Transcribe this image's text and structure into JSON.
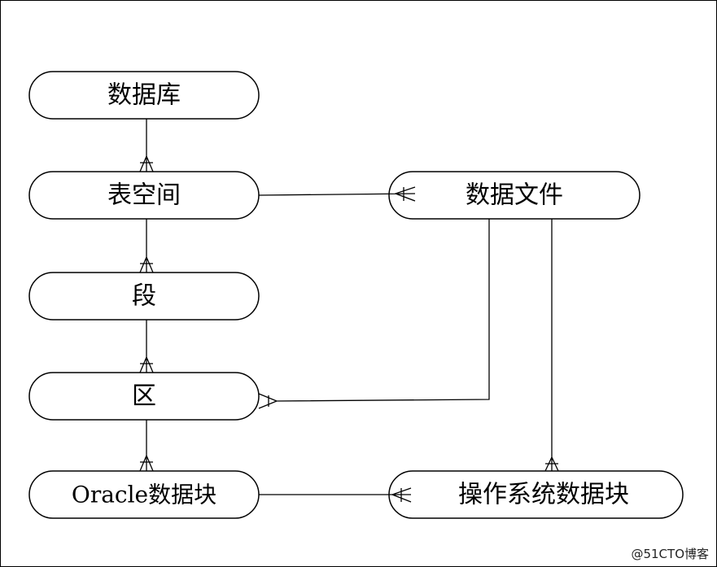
{
  "nodes": {
    "database": "数据库",
    "tablespace": "表空间",
    "datafile": "数据文件",
    "segment": "段",
    "extent": "区",
    "oracle_block": "Oracle数据块",
    "os_block": "操作系统数据块"
  },
  "watermark": "@51CTO博客"
}
